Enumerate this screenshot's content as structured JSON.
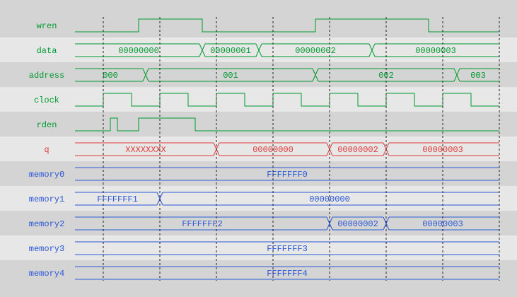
{
  "colors": {
    "background": "#d4d4d4",
    "row_band": "#e7e7e7",
    "green": "#009a2e",
    "red": "#e03a3a",
    "blue": "#2b57d6",
    "marker": "#222222"
  },
  "timeline": {
    "t_end": 15,
    "markers": [
      1,
      3,
      5,
      7,
      9,
      11,
      13,
      15
    ]
  },
  "signals": [
    {
      "name": "wren",
      "kind": "bit",
      "color": "green",
      "start": 0,
      "toggles": [
        2.25,
        4.5,
        8.5,
        12.5
      ]
    },
    {
      "name": "data",
      "kind": "bus",
      "color": "green",
      "segments": [
        {
          "start": 0,
          "end": 4.5,
          "value": "00000000"
        },
        {
          "start": 4.5,
          "end": 6.5,
          "value": "00000001"
        },
        {
          "start": 6.5,
          "end": 10.5,
          "value": "00000002"
        },
        {
          "start": 10.5,
          "end": 15,
          "value": "00000003"
        }
      ]
    },
    {
      "name": "address",
      "kind": "bus",
      "color": "green",
      "segments": [
        {
          "start": 0,
          "end": 2.5,
          "value": "000"
        },
        {
          "start": 2.5,
          "end": 8.5,
          "value": "001"
        },
        {
          "start": 8.5,
          "end": 13.5,
          "value": "002"
        },
        {
          "start": 13.5,
          "end": 15,
          "value": "003"
        }
      ]
    },
    {
      "name": "clock",
      "kind": "bit",
      "color": "green",
      "start": 0,
      "toggles": [
        1,
        2,
        3,
        4,
        5,
        6,
        7,
        8,
        9,
        10,
        11,
        12,
        13,
        14
      ]
    },
    {
      "name": "rden",
      "kind": "bit",
      "color": "green",
      "start": 0,
      "toggles": [
        1.25,
        1.5,
        2.25,
        4.25
      ]
    },
    {
      "name": "q",
      "kind": "bus",
      "color": "red",
      "segments": [
        {
          "start": 0,
          "end": 5,
          "value": "XXXXXXXX"
        },
        {
          "start": 5,
          "end": 9,
          "value": "00000000"
        },
        {
          "start": 9,
          "end": 11,
          "value": "00000002"
        },
        {
          "start": 11,
          "end": 15,
          "value": "00000003"
        }
      ]
    },
    {
      "name": "memory0",
      "kind": "bus",
      "color": "blue",
      "segments": [
        {
          "start": 0,
          "end": 15,
          "value": "FFFFFFF0"
        }
      ]
    },
    {
      "name": "memory1",
      "kind": "bus",
      "color": "blue",
      "segments": [
        {
          "start": 0,
          "end": 3,
          "value": "FFFFFFF1"
        },
        {
          "start": 3,
          "end": 15,
          "value": "00000000"
        }
      ]
    },
    {
      "name": "memory2",
      "kind": "bus",
      "color": "blue",
      "segments": [
        {
          "start": 0,
          "end": 9,
          "value": "FFFFFFF2"
        },
        {
          "start": 9,
          "end": 11,
          "value": "00000002"
        },
        {
          "start": 11,
          "end": 15,
          "value": "00000003"
        }
      ]
    },
    {
      "name": "memory3",
      "kind": "bus",
      "color": "blue",
      "segments": [
        {
          "start": 0,
          "end": 15,
          "value": "FFFFFFF3"
        }
      ]
    },
    {
      "name": "memory4",
      "kind": "bus",
      "color": "blue",
      "segments": [
        {
          "start": 0,
          "end": 15,
          "value": "FFFFFFF4"
        }
      ]
    }
  ]
}
